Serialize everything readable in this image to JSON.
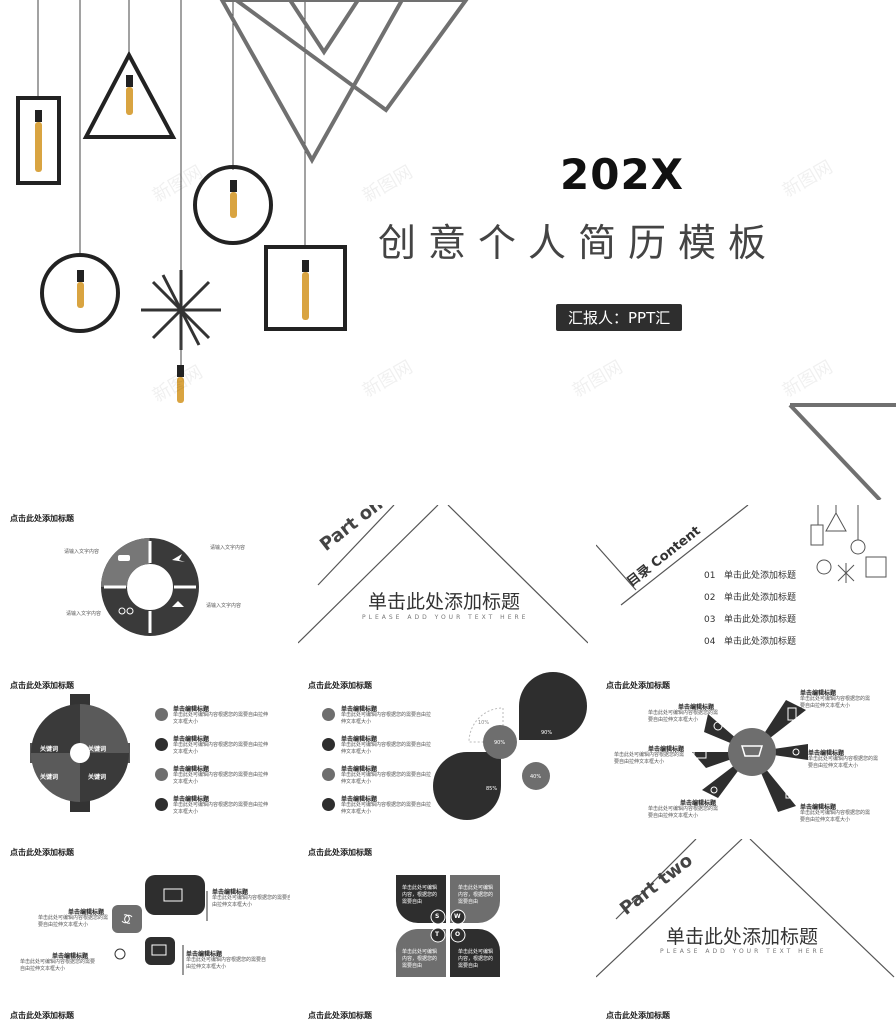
{
  "cover": {
    "title": "202X",
    "subtitle": "创意个人简历模板",
    "reporter": "汇报人：PPT汇"
  },
  "slide_title_placeholder": "点击此处添加标题",
  "slides": {
    "s1": {
      "title": "点击此处添加标题",
      "notes": [
        "请输入文字内容",
        "请输入文字内容",
        "请输入文字内容",
        "请输入文字内容"
      ]
    },
    "s2": {
      "part": "Part one",
      "heading": "单击此处添加标题",
      "sub": "PLEASE ADD YOUR TEXT HERE"
    },
    "s3": {
      "label_cn": "目录",
      "label_en": "Content",
      "items": [
        {
          "num": "01",
          "text": "单击此处添加标题"
        },
        {
          "num": "02",
          "text": "单击此处添加标题"
        },
        {
          "num": "03",
          "text": "单击此处添加标题"
        },
        {
          "num": "04",
          "text": "单击此处添加标题"
        }
      ]
    },
    "s4": {
      "title": "点击此处添加标题",
      "keywords": [
        "关键词",
        "关键词",
        "关键词",
        "关键词"
      ],
      "item_title": "单击编辑标题",
      "item_text": "单击此处可编辑内容根据您的需要自由拉伸文本框大小"
    },
    "s5": {
      "title": "点击此处添加标题",
      "item_title": "单击编辑标题",
      "item_text": "单击此处可编辑内容根据您的需要自由拉伸文本框大小",
      "percents": [
        "10%",
        "90%",
        "90%",
        "85%",
        "40%"
      ]
    },
    "s6": {
      "title": "点击此处添加标题",
      "item_title": "单击编辑标题",
      "item_text": "单击此处可编辑内容根据您的需要自由拉伸文本框大小"
    },
    "s7": {
      "title": "点击此处添加标题",
      "item_title": "单击编辑标题",
      "item_text": "单击此处可编辑内容根据您的需要自由拉伸文本框大小"
    },
    "s8": {
      "title": "点击此处添加标题",
      "swot": [
        "S",
        "W",
        "T",
        "O"
      ],
      "petal_text": "单击此处可编辑内容，根据您的需要自由"
    },
    "s9": {
      "part": "Part two",
      "heading": "单击此处添加标题",
      "sub": "PLEASE ADD YOUR TEXT HERE"
    }
  },
  "footer_titles": [
    "点击此处添加标题",
    "点击此处添加标题",
    "点击此处添加标题"
  ],
  "watermark": "新图网",
  "colors": {
    "dark": "#2e2e2e",
    "mid": "#6e6e6e",
    "light": "#9a9a9a",
    "line": "#666666"
  }
}
